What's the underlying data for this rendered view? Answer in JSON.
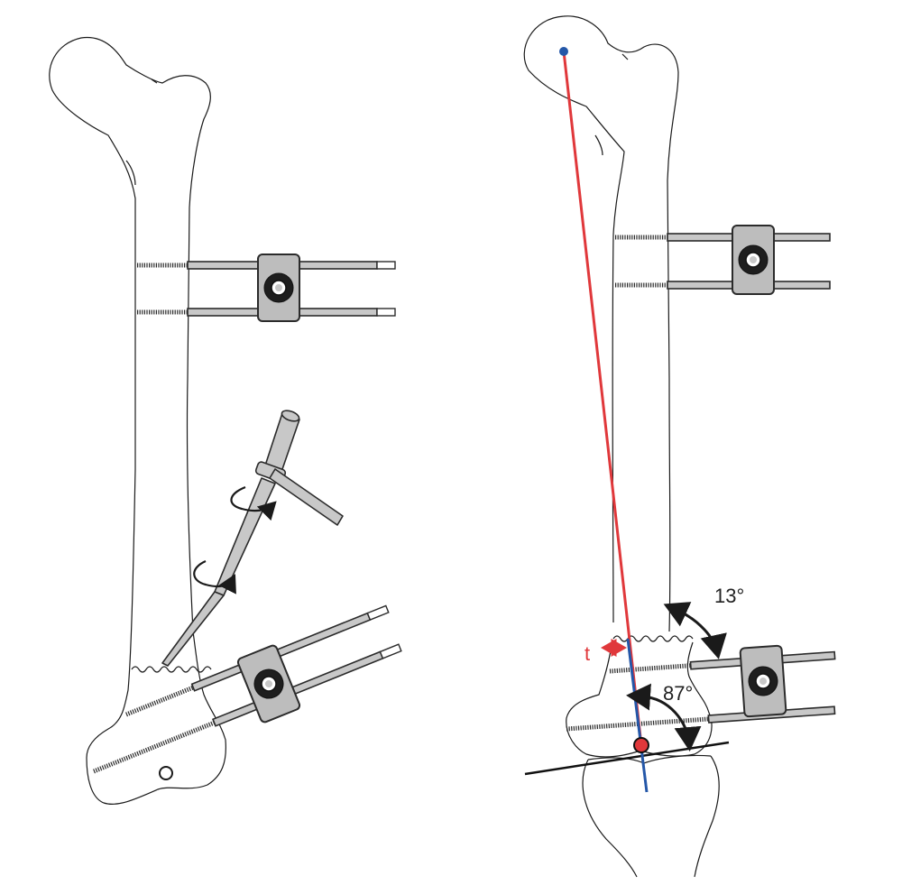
{
  "labels": {
    "angle_upper": "13°",
    "angle_lower": "87°",
    "translation": "t"
  },
  "colors": {
    "mechanical_axis": "#e0383b",
    "anatomical_axis": "#2457a8",
    "bone_outline": "#1a1a1a",
    "hardware_fill": "#c8c8c8",
    "hardware_stroke": "#2b2b2b"
  },
  "icons": {
    "rotation_arrow": "curved-rotation-arrow-icon",
    "angle_arrow": "double-headed-curved-arrow-icon",
    "translation_arrow": "double-headed-arrow-icon"
  }
}
